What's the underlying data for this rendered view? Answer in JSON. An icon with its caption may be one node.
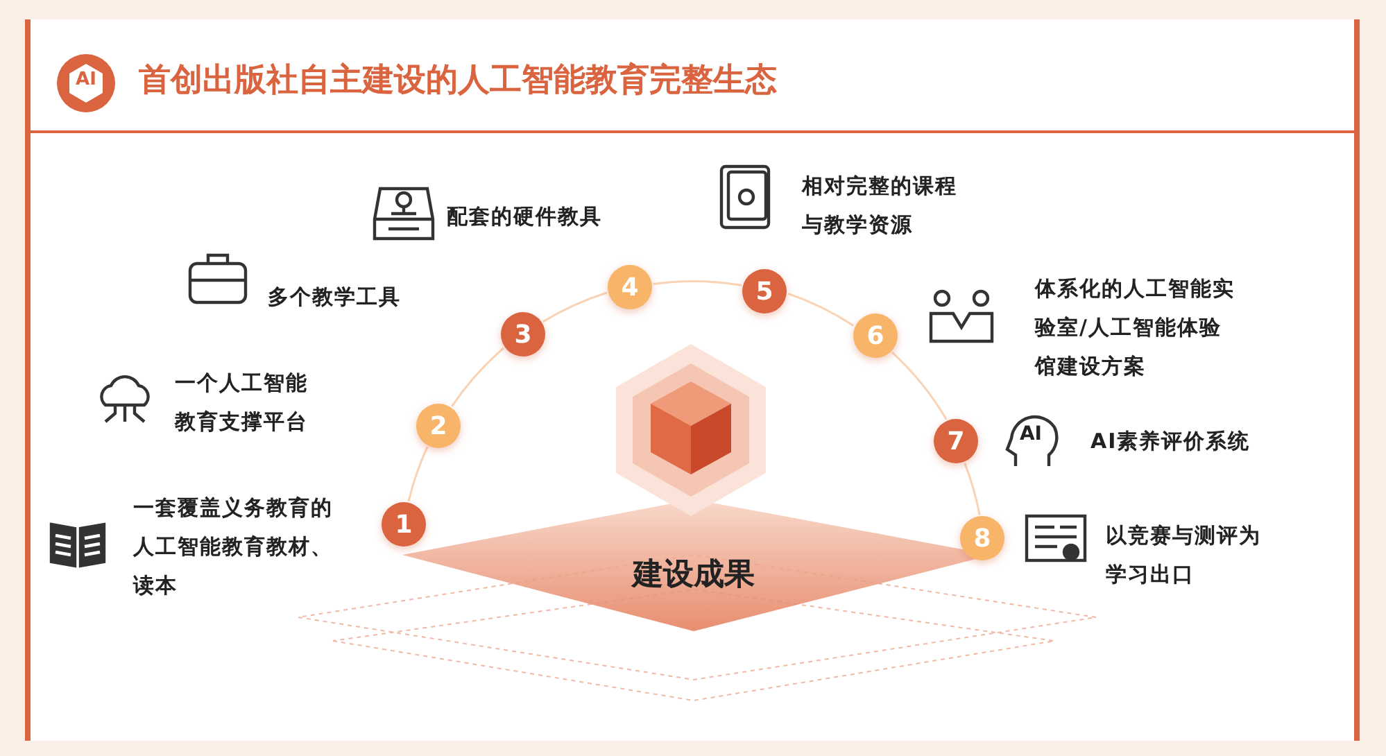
{
  "diagram": {
    "title": "首创出版社自主建设的人工智能教育完整生态",
    "nodes": [
      {
        "text": [
          "建设成果"
        ]
      },
      {
        "text": [
          "1"
        ]
      },
      {
        "text": [
          "2"
        ]
      },
      {
        "text": [
          "3"
        ]
      },
      {
        "text": [
          "4"
        ]
      },
      {
        "text": [
          "5"
        ]
      },
      {
        "text": [
          "6"
        ]
      },
      {
        "text": [
          "7"
        ]
      },
      {
        "text": [
          "8"
        ]
      }
    ],
    "edges": [
      {
        "from": 1,
        "to": 2,
        "arrow": "none"
      },
      {
        "from": 2,
        "to": 3,
        "arrow": "none"
      },
      {
        "from": 3,
        "to": 4,
        "arrow": "none"
      },
      {
        "from": 4,
        "to": 5,
        "arrow": "none"
      },
      {
        "from": 5,
        "to": 6,
        "arrow": "none"
      },
      {
        "from": 6,
        "to": 7,
        "arrow": "none"
      },
      {
        "from": 7,
        "to": 8,
        "arrow": "none"
      }
    ],
    "labels": [
      "AI",
      "相对完整的课程与教学资源",
      "配套的硬件教具",
      "多个教学工具",
      "体系化的人工智能实验室/人工智能体验馆建设方案",
      "一个人工智能教育支撑平台",
      "AI",
      "AI素养评价系统",
      "一套覆盖义务教育的人工智能教育教材、读本",
      "以竞赛与测评为学习出口"
    ]
  }
}
